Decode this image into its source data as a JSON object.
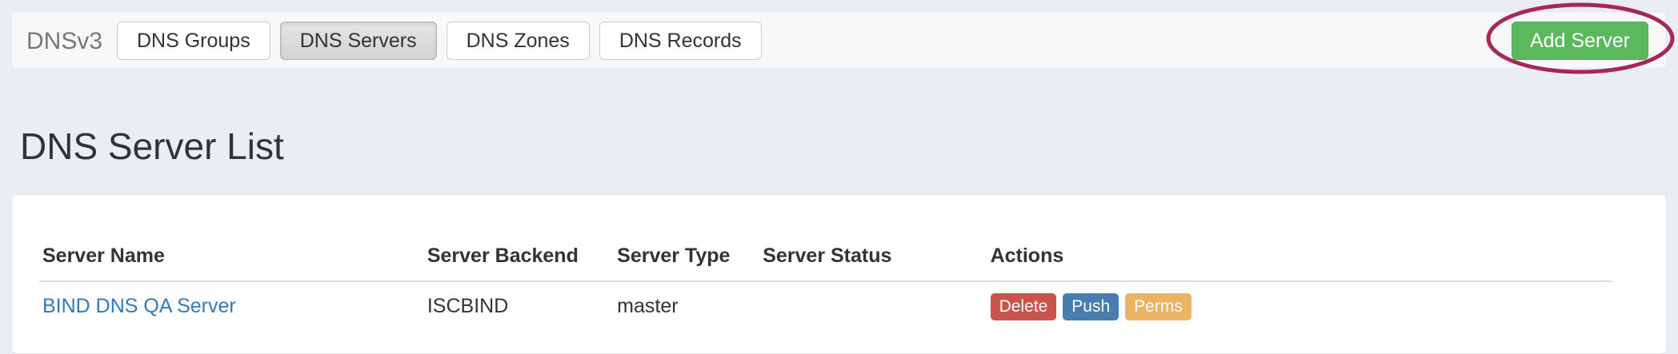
{
  "navbar": {
    "brand": "DNSv3",
    "tabs": [
      {
        "label": "DNS Groups",
        "active": false
      },
      {
        "label": "DNS Servers",
        "active": true
      },
      {
        "label": "DNS Zones",
        "active": false
      },
      {
        "label": "DNS Records",
        "active": false
      }
    ],
    "add_button": "Add Server"
  },
  "annotation": {
    "shape": "ellipse",
    "color": "#a6285a",
    "target": "Add Server"
  },
  "page": {
    "title": "DNS Server List"
  },
  "table": {
    "columns": [
      "Server Name",
      "Server Backend",
      "Server Type",
      "Server Status",
      "Actions"
    ],
    "rows": [
      {
        "server_name": "BIND DNS QA Server",
        "server_backend": "ISCBIND",
        "server_type": "master",
        "server_status": "",
        "actions": [
          "Delete",
          "Push",
          "Perms"
        ]
      }
    ]
  },
  "colors": {
    "page_bg": "#eaeef0",
    "navbar_bg": "#f8f8f8",
    "brand_text": "#777777",
    "add_button": "#5cb85c",
    "link": "#337ab7",
    "delete": "#c9544c",
    "push": "#4a7cb0",
    "perms": "#eab464",
    "annotation": "#a6285a"
  }
}
